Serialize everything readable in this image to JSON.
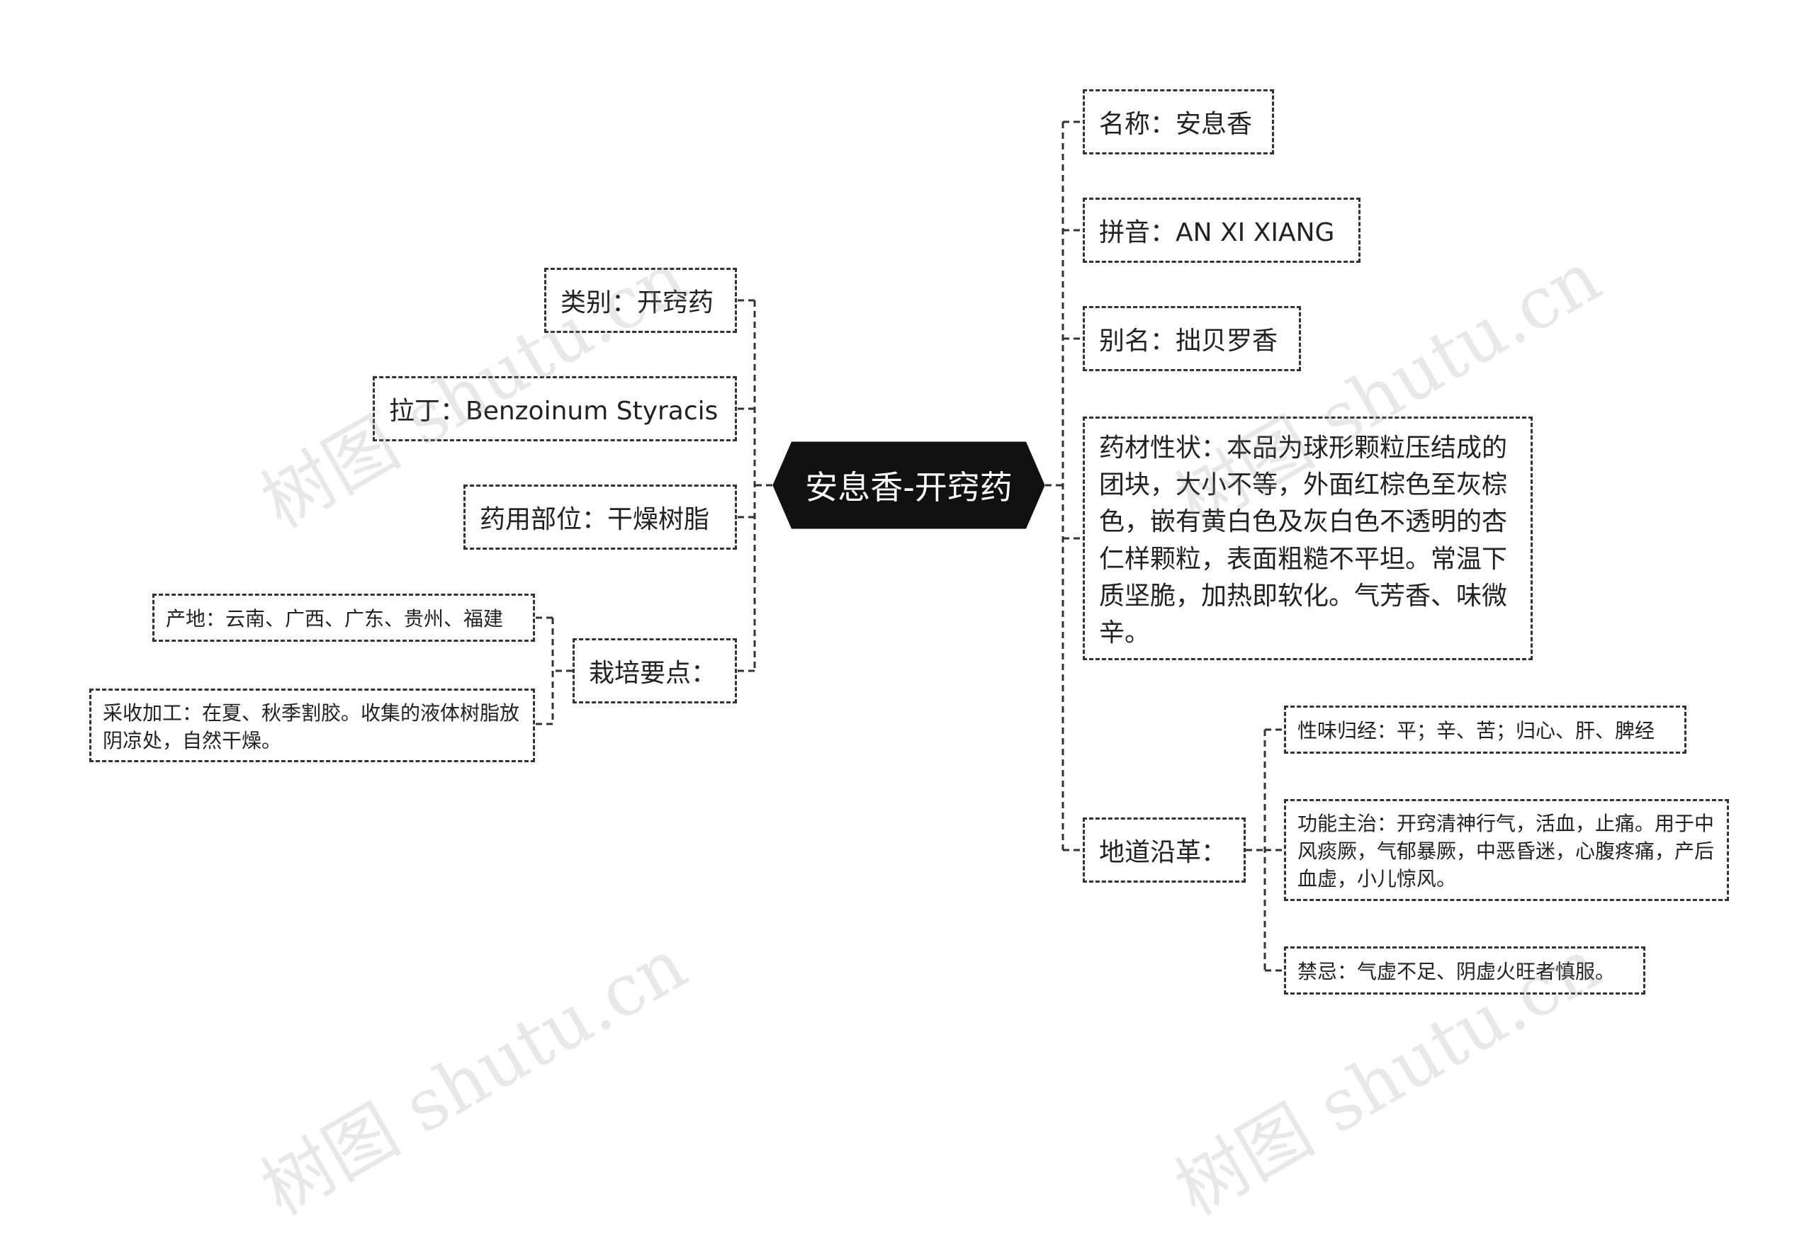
{
  "center": {
    "label": "安息香-开窍药"
  },
  "left": {
    "category": "类别：开窍药",
    "latin": "拉丁：Benzoinum Styracis",
    "part": "药用部位：干燥树脂",
    "cultivation": {
      "label": "栽培要点：",
      "origin": "产地：云南、广西、广东、贵州、福建",
      "harvest": "采收加工：在夏、秋季割胶。收集的液体树脂放阴凉处，自然干燥。"
    }
  },
  "right": {
    "name": "名称：安息香",
    "pinyin": "拼音：AN XI XIANG",
    "alias": "别名：拙贝罗香",
    "properties": "药材性状：本品为球形颗粒压结成的团块，大小不等，外面红棕色至灰棕色，嵌有黄白色及灰白色不透明的杏仁样颗粒，表面粗糙不平坦。常温下质坚脆，加热即软化。气芳香、味微辛。",
    "authentic": {
      "label": "地道沿革：",
      "taste": "性味归经：平；辛、苦；归心、肝、脾经",
      "function": "功能主治：开窍清神行气，活血，止痛。用于中风痰厥，气郁暴厥，中恶昏迷，心腹疼痛，产后血虚，小儿惊风。",
      "taboo": "禁忌：气虚不足、阴虚火旺者慎服。"
    }
  },
  "watermark": "树图 shutu.cn",
  "colors": {
    "center_bg": "#111111",
    "line": "#333333"
  }
}
